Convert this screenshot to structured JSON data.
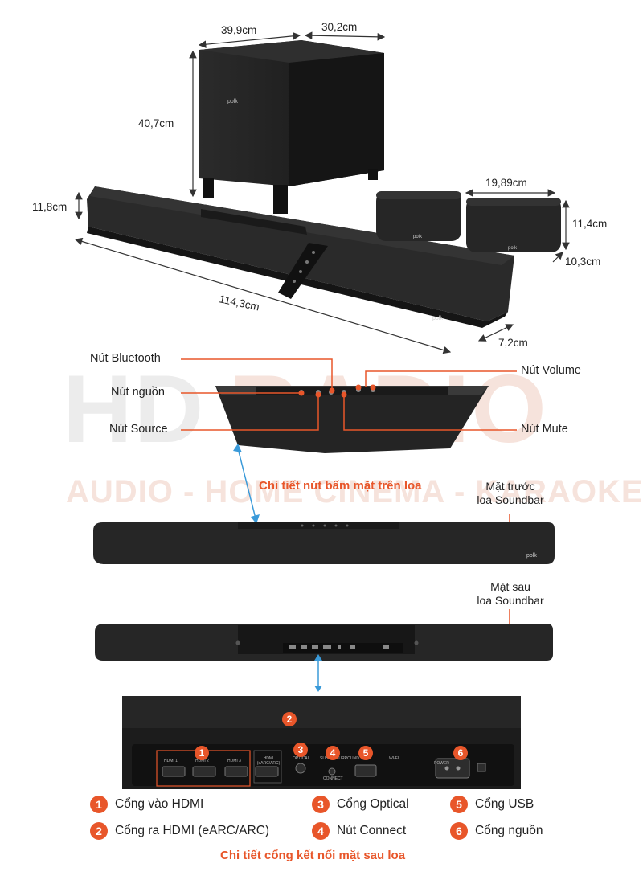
{
  "dimensions": {
    "sub_width": "39,9cm",
    "sub_depth": "30,2cm",
    "sub_height": "40,7cm",
    "bar_height": "11,8cm",
    "bar_length": "114,3cm",
    "bar_depth": "7,2cm",
    "sat_width": "19,89cm",
    "sat_height": "11,4cm",
    "sat_depth": "10,3cm"
  },
  "logos": {
    "polk": "polk"
  },
  "top_buttons": {
    "bluetooth": "Nút Bluetooth",
    "power": "Nút nguồn",
    "source": "Nút Source",
    "volume": "Nút Volume",
    "mute": "Nút Mute",
    "caption": "Chi tiết nút bấm mặt trên loa"
  },
  "watermark": {
    "brand_left": "HD",
    "brand_right": "RADIO",
    "tagline": "AUDIO - HOME CINEMA - KARAOKE"
  },
  "views": {
    "front_line1": "Mặt trước",
    "front_line2": "loa Soundbar",
    "rear_line1": "Mặt sau",
    "rear_line2": "loa Soundbar"
  },
  "panel_labels": {
    "hdmi1": "HDMI 1",
    "hdmi2": "HDMI 2",
    "hdmi3": "HDMI 3",
    "hdmi_out": "HDMI (eARC/ARC)",
    "optical": "OPTICAL",
    "sub": "SUB",
    "surround": "SURROUND",
    "connect": "CONNECT",
    "wifi": "WI-FI",
    "power": "POWER"
  },
  "legend": [
    {
      "num": "1",
      "label": "Cổng vào HDMI"
    },
    {
      "num": "2",
      "label": "Cổng ra HDMI (eARC/ARC)"
    },
    {
      "num": "3",
      "label": "Cổng Optical"
    },
    {
      "num": "4",
      "label": "Nút Connect"
    },
    {
      "num": "5",
      "label": "Cổng USB"
    },
    {
      "num": "6",
      "label": "Cổng nguồn"
    }
  ],
  "ports_caption": "Chi tiết cổng kết nối mặt sau loa",
  "colors": {
    "accent": "#e8562a",
    "arrow": "#3a9ad9",
    "product": "#1e1e1e"
  }
}
